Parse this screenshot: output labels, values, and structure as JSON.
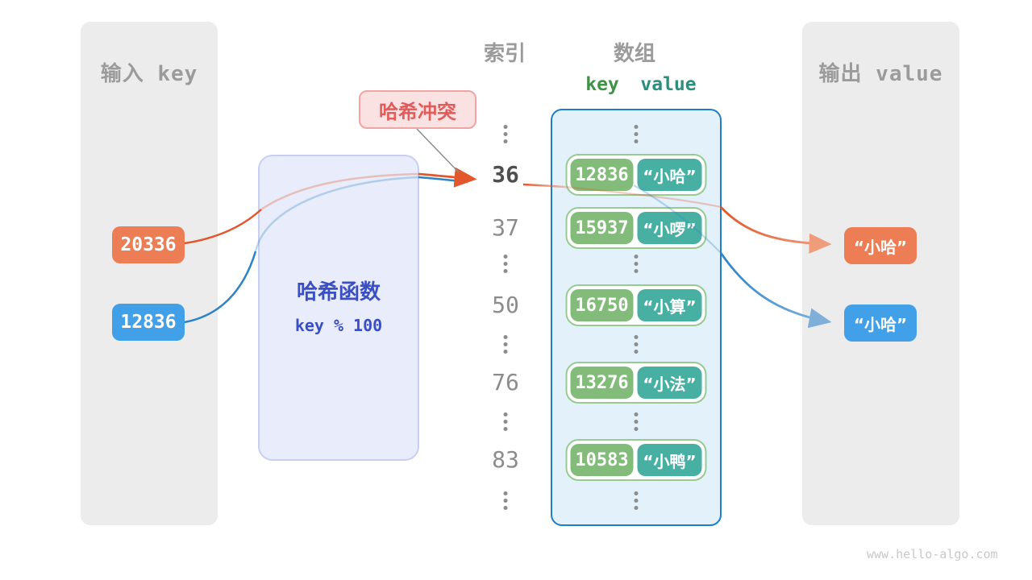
{
  "input_panel": {
    "title": "输入 key",
    "keys": [
      {
        "value": "20336",
        "color": "orange"
      },
      {
        "value": "12836",
        "color": "blue"
      }
    ]
  },
  "hash_function": {
    "name": "哈希函数",
    "formula": "key % 100"
  },
  "collision_badge": {
    "label": "哈希冲突"
  },
  "index_column": {
    "title": "索引",
    "items": [
      {
        "type": "dots"
      },
      {
        "type": "value",
        "label": "36",
        "highlight": true
      },
      {
        "type": "value",
        "label": "37",
        "highlight": false
      },
      {
        "type": "dots"
      },
      {
        "type": "value",
        "label": "50",
        "highlight": false
      },
      {
        "type": "dots"
      },
      {
        "type": "value",
        "label": "76",
        "highlight": false
      },
      {
        "type": "dots"
      },
      {
        "type": "value",
        "label": "83",
        "highlight": false
      },
      {
        "type": "dots"
      }
    ]
  },
  "array_column": {
    "title": "数组",
    "key_header": "key",
    "value_header": "value",
    "items": [
      {
        "type": "dots"
      },
      {
        "type": "pair",
        "key": "12836",
        "value": "“小哈”"
      },
      {
        "type": "pair",
        "key": "15937",
        "value": "“小啰”"
      },
      {
        "type": "dots"
      },
      {
        "type": "pair",
        "key": "16750",
        "value": "“小算”"
      },
      {
        "type": "dots"
      },
      {
        "type": "pair",
        "key": "13276",
        "value": "“小法”"
      },
      {
        "type": "dots"
      },
      {
        "type": "pair",
        "key": "10583",
        "value": "“小鸭”"
      },
      {
        "type": "dots"
      }
    ]
  },
  "output_panel": {
    "title": "输出 value",
    "values": [
      {
        "value": "“小哈”",
        "color": "orange"
      },
      {
        "value": "“小哈”",
        "color": "blue"
      }
    ]
  },
  "watermark": "www.hello-algo.com",
  "colors": {
    "accent_orange": "#ED7D55",
    "accent_blue": "#41A0E8",
    "arrow_orange": "#E2572B",
    "arrow_blue": "#2D83C8",
    "hash_text": "#3A4FC4",
    "collision_text": "#E25B5B",
    "key_header_green": "#3E9345",
    "value_header_teal": "#2A8F7E",
    "array_border_blue": "#1E7DC6",
    "row_key_green": "#83BC7A",
    "row_value_teal": "#48AFA3"
  }
}
